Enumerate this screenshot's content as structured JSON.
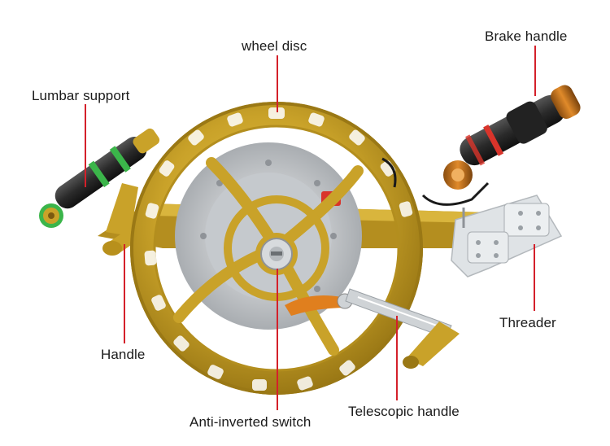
{
  "labels": {
    "wheel_disc": "wheel disc",
    "brake_handle": "Brake handle",
    "lumbar_support": "Lumbar support",
    "threader": "Threader",
    "handle": "Handle",
    "anti_inverted_switch": "Anti-inverted switch",
    "telescopic_handle": "Telescopic handle"
  },
  "colors": {
    "background": "#ffffff",
    "leader_line": "#d4202a",
    "reel_gold": "#c9a229",
    "reel_dark": "#8a6a12",
    "rubber_grip": "#2a2a2a",
    "anodized_orange": "#e07f1e",
    "accent_green": "#3bb54a",
    "accent_red": "#d9342b",
    "clear_acrylic": "#dfe3e6",
    "steel": "#cfd3d6"
  }
}
